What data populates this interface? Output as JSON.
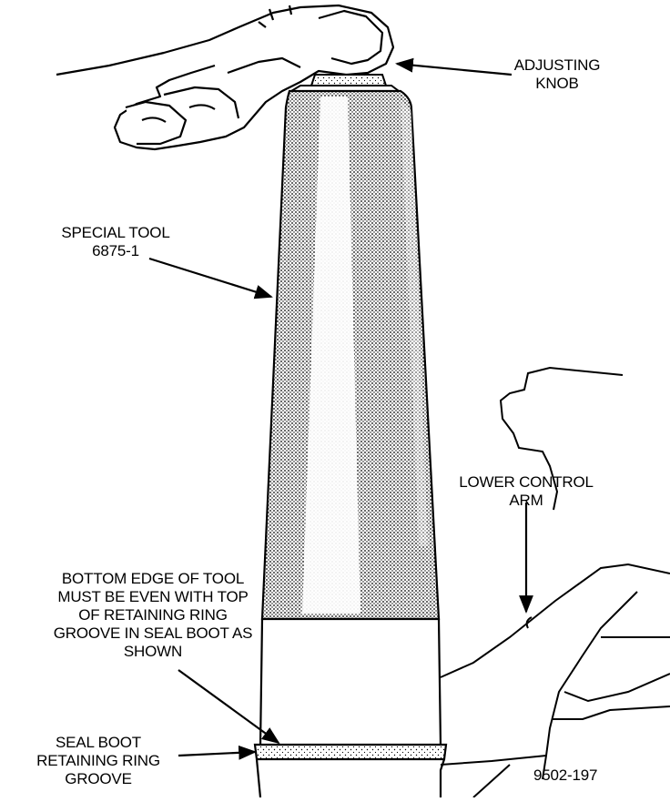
{
  "labels": {
    "adjusting_knob": [
      "ADJUSTING",
      "KNOB"
    ],
    "special_tool": [
      "SPECIAL TOOL",
      "6875-1"
    ],
    "lower_control_arm": [
      "LOWER CONTROL",
      "ARM"
    ],
    "bottom_edge_note": [
      "BOTTOM EDGE OF TOOL",
      "MUST BE EVEN WITH TOP",
      "OF RETAINING RING",
      "GROOVE IN SEAL BOOT AS",
      "SHOWN"
    ],
    "seal_boot_groove": [
      "SEAL BOOT",
      "RETAINING RING",
      "GROOVE"
    ]
  },
  "figure_number": "9502-197"
}
